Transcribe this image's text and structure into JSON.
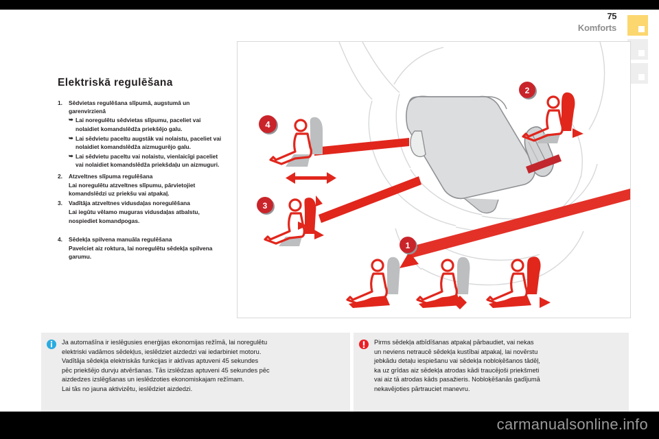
{
  "header": {
    "page_number": "75",
    "section": "Komforts",
    "tabs": [
      {
        "name": "tab-active",
        "color": "#fcd770"
      },
      {
        "name": "tab-second",
        "color": "#eeeeee"
      },
      {
        "name": "tab-third",
        "color": "#eeeeee"
      }
    ]
  },
  "content": {
    "title": "Elektriskā regulēšana",
    "items": [
      {
        "number": "1.",
        "heading": "Sēdvietas regulēšana slīpumā, augstumā un garenvirzienā",
        "bullets": [
          "Lai noregulētu sēdvietas slīpumu, paceliet vai nolaidiet komandslēdža priekšējo galu.",
          "Lai sēdvietu paceltu augstāk vai nolaistu, paceliet vai nolaidiet komandslēdža aizmugurējo galu.",
          "Lai sēdvietu paceltu vai nolaistu, vienlaicīgi paceliet vai nolaidiet komandslēdža priekšdaļu un aizmuguri."
        ]
      },
      {
        "number": "2.",
        "heading": "Atzveltnes slīpuma regulēšana",
        "text": "Lai noregulētu atzveltnes slīpumu, pārvietojiet komandslēdzi uz priekšu vai atpakaļ."
      },
      {
        "number": "3.",
        "heading": "Vadītāja atzveltnes vidusdaļas noregulēšana",
        "text": "Lai iegūtu vēlamo muguras vidusdaļas atbalstu, nospiediet komandpogas."
      },
      {
        "number": "4.",
        "heading": "Sēdekļa spilvena manuāla regulēšana",
        "text": "Pavelciet aiz roktura, lai noregulētu sēdekļa spilvena garumu."
      }
    ]
  },
  "figure": {
    "callouts": [
      "1",
      "2",
      "3",
      "4"
    ],
    "colors": {
      "red": "#e1261c",
      "dark_red": "#c1272d",
      "grey": "#bcbec0",
      "line": "#d2d3d4"
    }
  },
  "info_box": {
    "icon": "info-icon",
    "icon_color": "#29abe2",
    "lines": [
      "Ja automašīna ir ieslēgusies enerģijas ekonomijas režīmā, lai noregulētu",
      "elektriski vadāmos sēdekļus, ieslēdziet aizdedzi vai iedarbiniet motoru.",
      "Vadītāja sēdekļa elektriskās funkcijas ir aktīvas aptuveni 45 sekundes",
      "pēc priekšējo durvju atvēršanas. Tās izslēdzas aptuveni 45 sekundes pēc",
      "aizdedzes izslēgšanas un ieslēdzoties ekonomiskajam režīmam.",
      "Lai tās no jauna aktivizētu, ieslēdziet aizdedzi."
    ]
  },
  "warning_box": {
    "icon": "warning-icon",
    "icon_color": "#ed1c24",
    "lines": [
      "Pirms sēdekļa atbīdīšanas atpakaļ pārbaudiet, vai nekas",
      "un neviens netraucē sēdekļa kustībai atpakaļ, lai novērstu",
      "jebkādu detaļu iespiešanu vai sēdekļa nobloķēšanos tādēļ,",
      "ka uz grīdas aiz sēdekļa atrodas kādi traucējoši priekšmeti",
      "vai aiz tā atrodas kāds pasažieris. Nobloķēšanās gadījumā",
      "nekavējoties pārtrauciet manevru."
    ]
  },
  "footer": {
    "watermark": "carmanualsonline.info"
  }
}
